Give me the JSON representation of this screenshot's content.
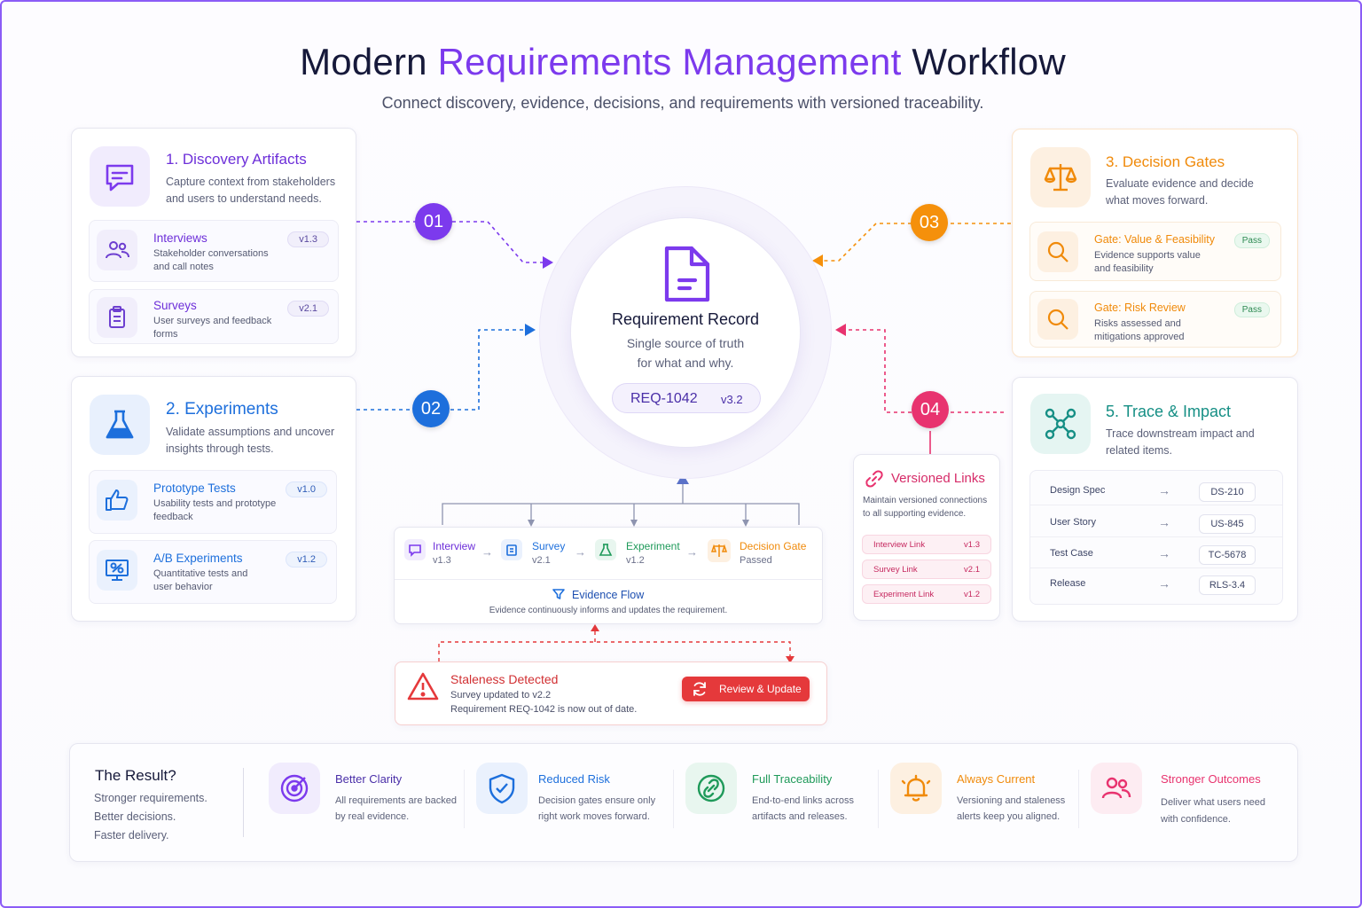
{
  "header": {
    "title_start": "Modern ",
    "title_accent": "Requirements Management",
    "title_end": " Workflow",
    "subtitle": "Connect discovery, evidence, decisions, and requirements with versioned traceability."
  },
  "steps": {
    "s1": "01",
    "s2": "02",
    "s3": "03",
    "s4": "04"
  },
  "colors": {
    "purple": "#7c3aed",
    "blue": "#1d6fdc",
    "orange": "#f5900b",
    "pink": "#e8336f",
    "teal": "#168f85",
    "red": "#e5393b"
  },
  "discovery": {
    "title": "1. Discovery Artifacts",
    "desc": "Capture context from stakeholders and users to understand needs.",
    "icon": "chat-icon",
    "items": [
      {
        "title": "Interviews",
        "desc": "Stakeholder conversations and call notes",
        "version": "v1.3",
        "icon": "people-icon"
      },
      {
        "title": "Surveys",
        "desc": "User surveys and feedback forms",
        "version": "v2.1",
        "icon": "clipboard-icon"
      }
    ]
  },
  "experiments": {
    "title": "2. Experiments",
    "desc": "Validate assumptions and uncover insights through tests.",
    "icon": "flask-icon",
    "items": [
      {
        "title": "Prototype Tests",
        "desc": "Usability tests and prototype feedback",
        "version": "v1.0",
        "icon": "thumbs-up-icon"
      },
      {
        "title": "A/B Experiments",
        "desc": "Quantitative tests and user behavior",
        "version": "v1.2",
        "icon": "ab-test-icon"
      }
    ]
  },
  "decision": {
    "title": "3. Decision Gates",
    "desc": "Evaluate evidence and decide what moves forward.",
    "icon": "scales-icon",
    "items": [
      {
        "title": "Gate: Value & Feasibility",
        "desc": "Evidence supports value and feasibility",
        "status": "Pass",
        "icon": "magnifier-icon"
      },
      {
        "title": "Gate: Risk Review",
        "desc": "Risks assessed and mitigations approved",
        "status": "Pass",
        "icon": "magnifier-icon"
      }
    ]
  },
  "center": {
    "title": "Requirement Record",
    "desc_line1": "Single source of truth",
    "desc_line2": "for what and why.",
    "req_id": "REQ-1042",
    "req_version": "v3.2",
    "icon": "document-icon"
  },
  "links": {
    "title": "Versioned Links",
    "desc": "Maintain versioned connections to all supporting evidence.",
    "icon": "link-icon",
    "rows": [
      {
        "label": "Interview Link",
        "version": "v1.3"
      },
      {
        "label": "Survey Link",
        "version": "v2.1"
      },
      {
        "label": "Experiment Link",
        "version": "v1.2"
      }
    ]
  },
  "trace": {
    "title": "5. Trace & Impact",
    "desc": "Trace downstream impact and related items.",
    "icon": "network-icon",
    "arrow": "→",
    "rows": [
      {
        "label": "Design Spec",
        "id": "DS-210"
      },
      {
        "label": "User Story",
        "id": "US-845"
      },
      {
        "label": "Test Case",
        "id": "TC-5678"
      },
      {
        "label": "Release",
        "id": "RLS-3.4"
      }
    ]
  },
  "flow": {
    "steps": [
      {
        "title": "Interview",
        "sub": "v1.3"
      },
      {
        "title": "Survey",
        "sub": "v2.1"
      },
      {
        "title": "Experiment",
        "sub": "v1.2"
      },
      {
        "title": "Decision Gate",
        "sub": "Passed"
      }
    ],
    "label": "Evidence Flow",
    "desc": "Evidence continuously informs and updates the requirement."
  },
  "staleness": {
    "title": "Staleness Detected",
    "line1": "Survey updated to v2.2",
    "line2": "Requirement REQ-1042 is now out of date.",
    "button": "Review & Update",
    "icon": "warning-icon"
  },
  "result": {
    "title": "The Result?",
    "lines": [
      "Stronger requirements.",
      "Better decisions.",
      "Faster delivery."
    ],
    "items": [
      {
        "title": "Better Clarity",
        "desc_line1": "All requirements are backed",
        "desc_line2": "by real evidence.",
        "icon": "target-icon"
      },
      {
        "title": "Reduced Risk",
        "desc_line1": "Decision gates ensure only",
        "desc_line2": "right work moves forward.",
        "icon": "shield-check-icon"
      },
      {
        "title": "Full Traceability",
        "desc_line1": "End-to-end links across",
        "desc_line2": "artifacts and releases.",
        "icon": "link-icon"
      },
      {
        "title": "Always Current",
        "desc_line1": "Versioning and staleness",
        "desc_line2": "alerts keep you aligned.",
        "icon": "bell-icon"
      },
      {
        "title": "Stronger Outcomes",
        "desc_line1": "Deliver what users need",
        "desc_line2": "with confidence.",
        "icon": "people-icon"
      }
    ]
  }
}
